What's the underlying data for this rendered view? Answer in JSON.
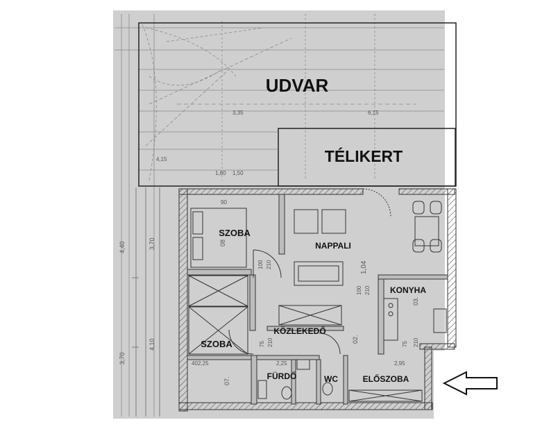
{
  "rooms": {
    "udvar": "UDVAR",
    "telikert": "TÉLIKERT",
    "szoba_1": "SZOBA",
    "nappali": "NAPPALI",
    "konyha": "KONYHA",
    "kozlekedo": "KÖZLEKEDŐ",
    "szoba_2": "SZOBA",
    "furdo": "FÜRDŐ",
    "wc": "WC",
    "eloszoba": "ELŐSZOBA"
  },
  "dimensions": {
    "d_440": "4,40",
    "d_370_left": "3,70",
    "d_370": "3,70",
    "d_410": "4,10",
    "d_150": "1,50",
    "d_180": "1,80",
    "d_90": "90",
    "d_210a": "210",
    "d_100a": "100",
    "d_100b": "100",
    "d_210b": "210",
    "d_75a": "75",
    "d_210c": "210",
    "d_75b": "75",
    "d_210d": "210",
    "d_225a": "2,25",
    "d_225b": "2,25",
    "d_295": "2,95",
    "d_415": "4,15",
    "d_335": "3,35",
    "d_615": "6,15",
    "d_104": "1,04",
    "d_40": "40",
    "d_02": "02.",
    "d_03": "03.",
    "d_07": "07.",
    "d_08": "08"
  },
  "colors": {
    "paper": "#cfcfcf",
    "wall": "#3a3a3a",
    "line": "#555555",
    "label": "#111111"
  },
  "icons": {
    "entrance": "arrow-right-outline"
  }
}
